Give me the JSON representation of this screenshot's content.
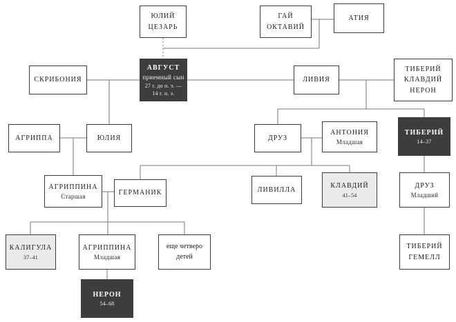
{
  "colors": {
    "dark_box_bg": "#3d3d3d",
    "dark_box_text": "#ffffff",
    "light_box_bg": "#eaeae8",
    "box_border": "#3c3c3c",
    "connector_line": "#7a7a7a"
  },
  "nodes": {
    "julius_caesar": {
      "name": "Юлий Цезарь"
    },
    "gaius_octavius": {
      "name": "Гай Октавий"
    },
    "atia": {
      "name": "Атия"
    },
    "scribonia": {
      "name": "Скрибония"
    },
    "augustus": {
      "name": "Август",
      "note": "приемный сын",
      "years1": "27 г. до н. э. —",
      "years2": "14 г. н. э."
    },
    "livia": {
      "name": "Ливия"
    },
    "tiberius_claudius_nero": {
      "name": "Тиберий Клавдий Нерон"
    },
    "agrippa": {
      "name": "Агриппа"
    },
    "julia": {
      "name": "Юлия"
    },
    "drusus": {
      "name": "Друз"
    },
    "antonia_minor": {
      "name": "Антония",
      "sub": "Младшая"
    },
    "tiberius": {
      "name": "Тиберий",
      "years": "14–37"
    },
    "agrippina_elder": {
      "name": "Агриппина",
      "sub": "Старшая"
    },
    "germanicus": {
      "name": "Германик"
    },
    "livilla": {
      "name": "Ливилла"
    },
    "claudius": {
      "name": "Клавдий",
      "years": "41–54"
    },
    "drusus_younger": {
      "name": "Друз",
      "sub": "Младший"
    },
    "caligula": {
      "name": "Калигула",
      "years": "37–41"
    },
    "agrippina_younger": {
      "name": "Агриппина",
      "sub": "Младшая"
    },
    "four_more_children": {
      "text": "еще четверо детей"
    },
    "tiberius_gemellus": {
      "name": "Тиберий Гемелл"
    },
    "nero": {
      "name": "Нерон",
      "years": "54–68"
    }
  },
  "relations": {
    "adoptive": [
      {
        "from": "julius_caesar",
        "to": "augustus",
        "style": "dotted"
      }
    ],
    "marriages": [
      [
        "gaius_octavius",
        "atia"
      ],
      [
        "scribonia",
        "augustus"
      ],
      [
        "augustus",
        "livia"
      ],
      [
        "livia",
        "tiberius_claudius_nero"
      ],
      [
        "agrippa",
        "julia"
      ],
      [
        "drusus",
        "antonia_minor"
      ],
      [
        "agrippina_elder",
        "germanicus"
      ]
    ],
    "descents": [
      {
        "parents": [
          "gaius_octavius",
          "atia"
        ],
        "children": [
          "augustus"
        ]
      },
      {
        "parents": [
          "scribonia",
          "augustus"
        ],
        "children": [
          "julia"
        ]
      },
      {
        "parents": [
          "livia",
          "tiberius_claudius_nero"
        ],
        "children": [
          "drusus",
          "tiberius"
        ]
      },
      {
        "parents": [
          "agrippa",
          "julia"
        ],
        "children": [
          "agrippina_elder"
        ]
      },
      {
        "parents": [
          "drusus",
          "antonia_minor"
        ],
        "children": [
          "germanicus",
          "livilla",
          "claudius"
        ]
      },
      {
        "parents": [
          "agrippina_elder",
          "germanicus"
        ],
        "children": [
          "caligula",
          "agrippina_younger",
          "four_more_children"
        ]
      },
      {
        "parents": [
          "tiberius"
        ],
        "children": [
          "drusus_younger"
        ]
      },
      {
        "parents": [
          "drusus_younger"
        ],
        "children": [
          "tiberius_gemellus"
        ]
      },
      {
        "parents": [
          "agrippina_younger"
        ],
        "children": [
          "nero"
        ]
      }
    ]
  }
}
